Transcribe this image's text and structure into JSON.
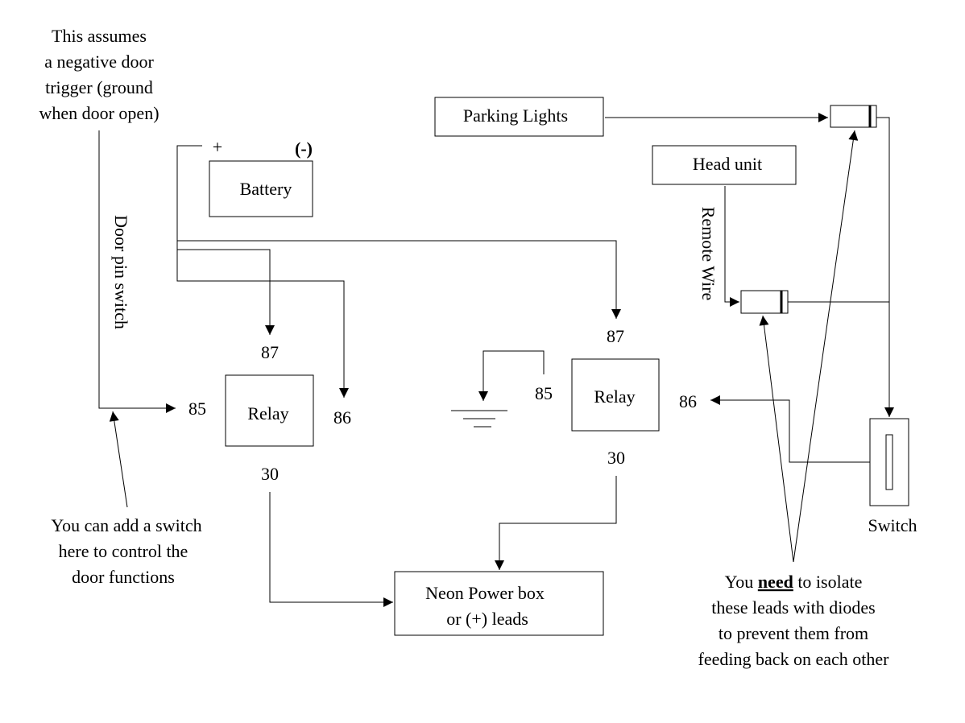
{
  "notes": {
    "assumes": [
      "This assumes",
      "a negative door",
      "trigger (ground",
      "when door open)"
    ],
    "door_pin_switch": "Door pin switch",
    "add_switch": [
      "You can add a switch",
      "here to control the",
      "door functions"
    ],
    "remote_wire": "Remote Wire",
    "isolate": {
      "line1_a": "You ",
      "line1_b": "need",
      "line1_c": " to isolate",
      "line2": "these leads with diodes",
      "line3": "to prevent them from",
      "line4": "feeding back on each other"
    }
  },
  "battery": {
    "label": "Battery",
    "plus": "+",
    "minus": "(-)"
  },
  "relay_left": {
    "label": "Relay",
    "pin85": "85",
    "pin86": "86",
    "pin87": "87",
    "pin30": "30"
  },
  "relay_right": {
    "label": "Relay",
    "pin85": "85",
    "pin86": "86",
    "pin87": "87",
    "pin30": "30"
  },
  "parking_lights": {
    "label": "Parking Lights"
  },
  "head_unit": {
    "label": "Head unit"
  },
  "neon_box": {
    "line1": "Neon Power box",
    "line2": "or (+) leads"
  },
  "switch": {
    "label": "Switch"
  }
}
